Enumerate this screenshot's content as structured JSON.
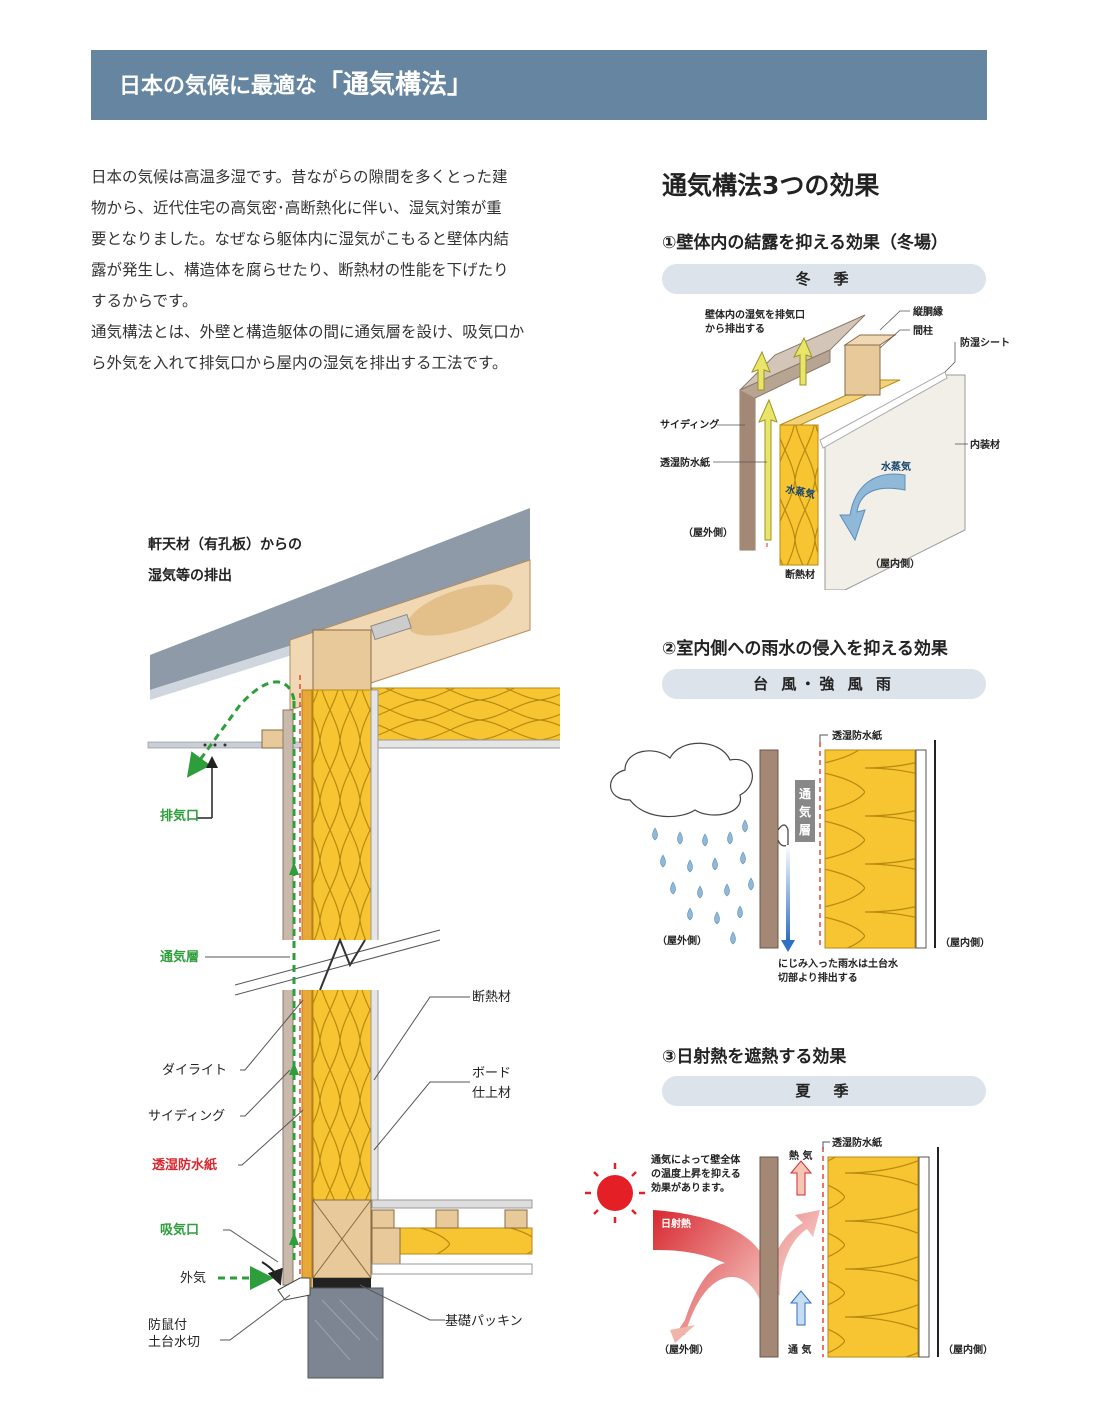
{
  "header": {
    "title_pre": "日本の気候に最適な",
    "title_main": "「通気構法」"
  },
  "intro": {
    "p1": [
      "日本の気候は高温多湿です。昔ながらの隙間を多くとった建",
      "物から、近代住宅の高気密･高断熱化に伴い、湿気対策が重",
      "要となりました。なぜなら躯体内に湿気がこもると壁体内結",
      "露が発生し、構造体を腐らせたり、断熱材の性能を下げたり",
      "するからです。"
    ],
    "p2": [
      "通気構法とは、外壁と構造躯体の間に通気層を設け、吸気口か",
      "ら外気を入れて排気口から屋内の湿気を排出する工法です。"
    ]
  },
  "main_diagram": {
    "caption": [
      "軒天材（有孔板）からの",
      "湿気等の排出"
    ],
    "labels": {
      "exhaust": "排気口",
      "vent_layer": "通気層",
      "insulation": "断熱材",
      "dailite": "ダイライト",
      "board": [
        "ボード",
        "仕上材"
      ],
      "siding": "サイディング",
      "membrane": "透湿防水紙",
      "intake": "吸気口",
      "outside_air": "外気",
      "foundation_packing": "基礎パッキン",
      "sill_flashing": [
        "防鼠付",
        "土台水切"
      ]
    }
  },
  "effects": {
    "title": "通気構法3つの効果",
    "e1": {
      "title": "①壁体内の結露を抑える効果（冬場）",
      "season": "冬　季",
      "labels": {
        "discharge": [
          "壁体内の湿気を排気口",
          "から排出する"
        ],
        "furring": "縦胴縁",
        "stud": "間柱",
        "vapor_sheet": "防湿シート",
        "siding": "サイディング",
        "interior": "内装材",
        "membrane": "透湿防水紙",
        "steam_left": "水蒸気",
        "steam_right": "水蒸気",
        "outdoor": "（屋外側）",
        "indoor": "（屋内側）",
        "insulation": "断熱材"
      }
    },
    "e2": {
      "title": "②室内側への雨水の侵入を抑える効果",
      "season": "台 風・強 風 雨",
      "labels": {
        "membrane": "透湿防水紙",
        "vent_layer": [
          "通",
          "気",
          "層"
        ],
        "outdoor": "（屋外側）",
        "indoor": "（屋内側）",
        "drain": [
          "にじみ入った雨水は土台水",
          "切部より排出する"
        ]
      }
    },
    "e3": {
      "title": "③日射熱を遮熱する効果",
      "season": "夏　季",
      "labels": {
        "membrane": "透湿防水紙",
        "note": [
          "通気によって壁全体",
          "の温度上昇を抑える",
          "効果があります。"
        ],
        "hot_air": "熱 気",
        "solar": "日射熱",
        "ventilation": "通 気",
        "outdoor": "（屋外側）",
        "indoor": "（屋内側）"
      }
    }
  },
  "colors": {
    "header": "#6585a0",
    "pill": "#dde3ea",
    "insulation": "#f6c531",
    "green": "#2e9e3c",
    "red": "#d7282f",
    "wood": "#a48876"
  }
}
